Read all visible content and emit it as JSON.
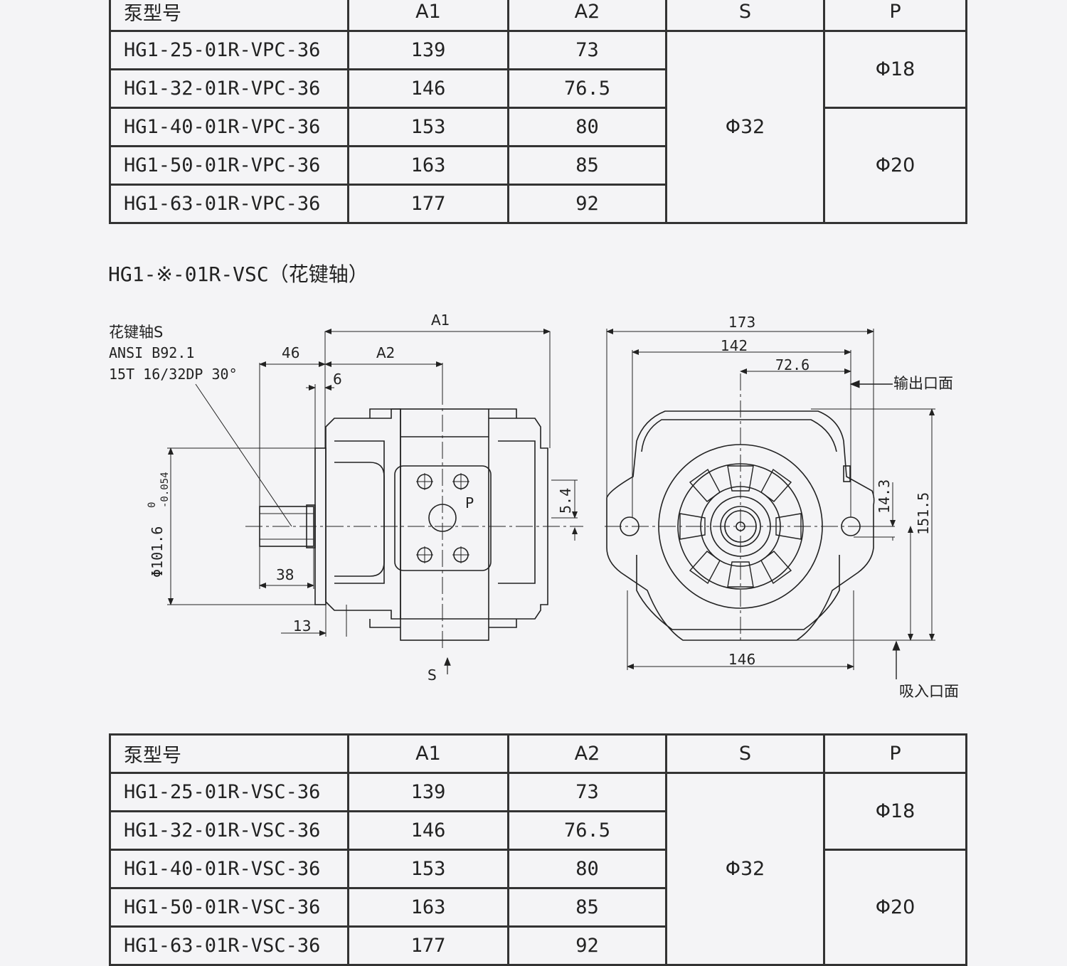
{
  "table_headers": {
    "model": "泵型号",
    "a1": "A1",
    "a2": "A2",
    "s": "S",
    "p": "P"
  },
  "table_vpc": {
    "rows": [
      {
        "model": "HG1-25-01R-VPC-36",
        "a1": "139",
        "a2": "73"
      },
      {
        "model": "HG1-32-01R-VPC-36",
        "a1": "146",
        "a2": "76.5"
      },
      {
        "model": "HG1-40-01R-VPC-36",
        "a1": "153",
        "a2": "80"
      },
      {
        "model": "HG1-50-01R-VPC-36",
        "a1": "163",
        "a2": "85"
      },
      {
        "model": "HG1-63-01R-VPC-36",
        "a1": "177",
        "a2": "92"
      }
    ],
    "s_value": "Φ32",
    "p_values": [
      "Φ18",
      "Φ20"
    ]
  },
  "section_title": "HG1-※-01R-VSC（花键轴）",
  "drawing": {
    "spline_note": [
      "花键轴S",
      "ANSI B92.1",
      "15T 16/32DP 30°"
    ],
    "dims_side": {
      "a1": "A1",
      "a2": "A2",
      "d46": "46",
      "d6": "6",
      "d38": "38",
      "d13": "13",
      "d54": "5.4",
      "diameter": "Φ101.6",
      "tol_upper": "0",
      "tol_lower": "-0.054",
      "p_label": "P",
      "s_label": "S"
    },
    "dims_front": {
      "d173": "173",
      "d142": "142",
      "d726": "72.6",
      "d146": "146",
      "d143": "14.3",
      "d1515": "151.5",
      "outlet": "输出口面",
      "inlet": "吸入口面"
    }
  },
  "table_vsc": {
    "rows": [
      {
        "model": "HG1-25-01R-VSC-36",
        "a1": "139",
        "a2": "73"
      },
      {
        "model": "HG1-32-01R-VSC-36",
        "a1": "146",
        "a2": "76.5"
      },
      {
        "model": "HG1-40-01R-VSC-36",
        "a1": "153",
        "a2": "80"
      },
      {
        "model": "HG1-50-01R-VSC-36",
        "a1": "163",
        "a2": "85"
      },
      {
        "model": "HG1-63-01R-VSC-36",
        "a1": "177",
        "a2": "92"
      }
    ],
    "s_value": "Φ32",
    "p_values": [
      "Φ18",
      "Φ20"
    ]
  }
}
